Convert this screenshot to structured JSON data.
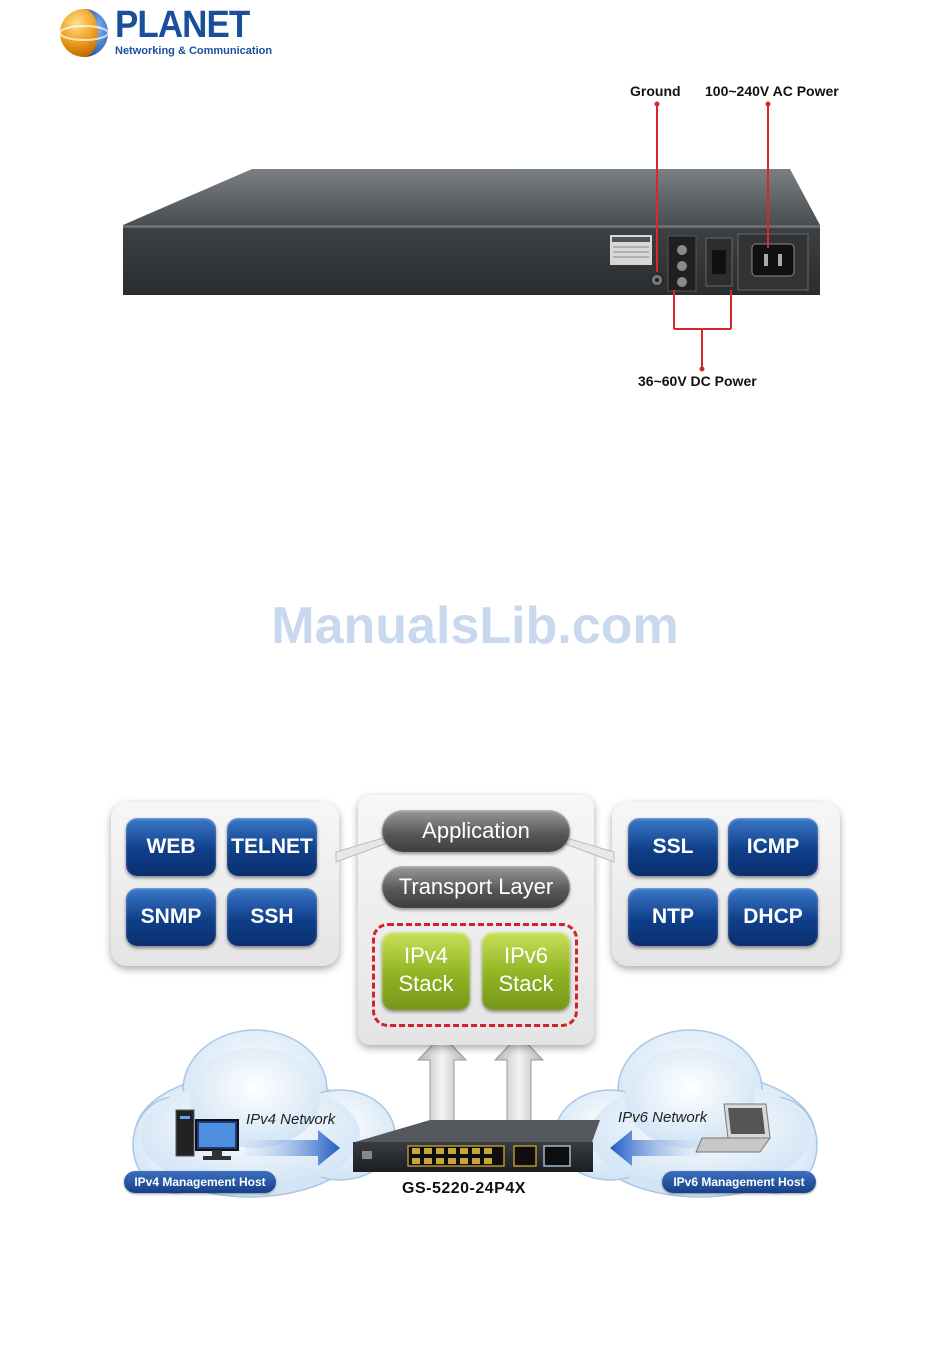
{
  "header": {
    "brand": "PLANET",
    "tagline": "Networking & Communication",
    "colors": {
      "brand_blue": "#1a4f9c",
      "globe_orange": "#f0a020"
    }
  },
  "rear_panel": {
    "callouts": {
      "ground": "Ground",
      "ac_power": "100~240V AC Power",
      "dc_power": "36~60V DC Power"
    },
    "callout_line_color": "#d9272e"
  },
  "watermark": "ManualsLib.com",
  "diagram": {
    "left_protocols": [
      "WEB",
      "TELNET",
      "SNMP",
      "SSH"
    ],
    "right_protocols": [
      "SSL",
      "ICMP",
      "NTP",
      "DHCP"
    ],
    "layers": {
      "application": "Application",
      "transport": "Transport Layer"
    },
    "stacks": [
      {
        "line1": "IPv4",
        "line2": "Stack"
      },
      {
        "line1": "IPv6",
        "line2": "Stack"
      }
    ],
    "ipv4_network": "IPv4 Network",
    "ipv6_network": "IPv6 Network",
    "ipv4_host": "IPv4 Management Host",
    "ipv6_host": "IPv6 Management Host",
    "switch_model": "GS-5220-24P4X"
  }
}
